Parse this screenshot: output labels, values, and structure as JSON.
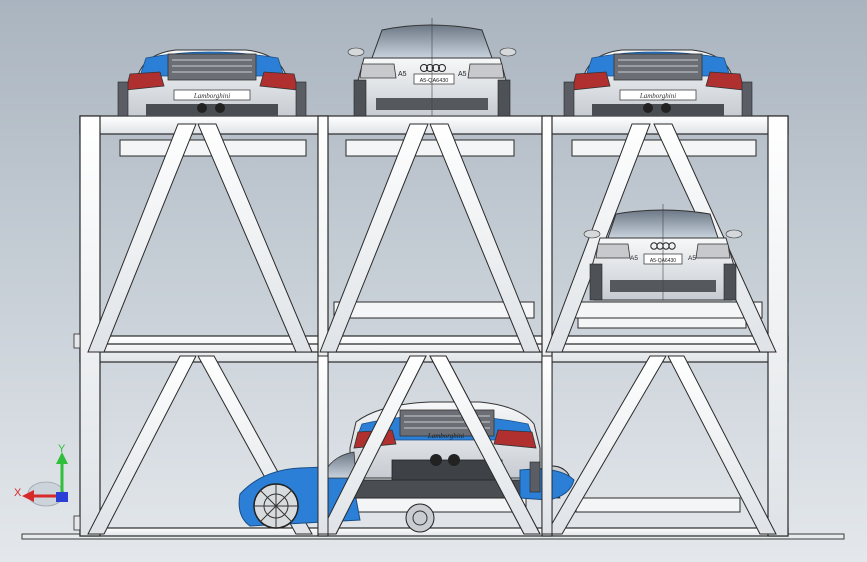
{
  "viewport": {
    "background_top": "#aab4bf",
    "background_bottom": "#e4e8ec"
  },
  "frame": {
    "fill": "#ffffff",
    "stroke": "#2a2a2a",
    "columns": 3,
    "levels": 2
  },
  "cars": [
    {
      "model": "lamborghini-rear",
      "position": "top-left",
      "body_color": "#e9ecef",
      "stripe_color": "#2b7fd6"
    },
    {
      "model": "audi-rear",
      "position": "top-middle",
      "body_color": "#e6e9ec"
    },
    {
      "model": "lamborghini-rear",
      "position": "top-right",
      "body_color": "#e9ecef",
      "stripe_color": "#2b7fd6"
    },
    {
      "model": "audi-rear",
      "position": "middle-right",
      "body_color": "#e6e9ec"
    },
    {
      "model": "lamborghini-tilted",
      "position": "bottom-middle",
      "body_color": "#e9ecef",
      "stripe_color": "#2b7fd6"
    }
  ],
  "plates": {
    "audi_badge": "A5",
    "audi_plate": "A5-QA6430",
    "audi_right_badge": "A5",
    "lambo_script": "Lamborghini"
  },
  "triad": {
    "y_label": "Y",
    "x_label": "X",
    "y_color": "#2fbf3a",
    "x_color": "#d62a2a",
    "z_color": "#2a3fd6"
  }
}
